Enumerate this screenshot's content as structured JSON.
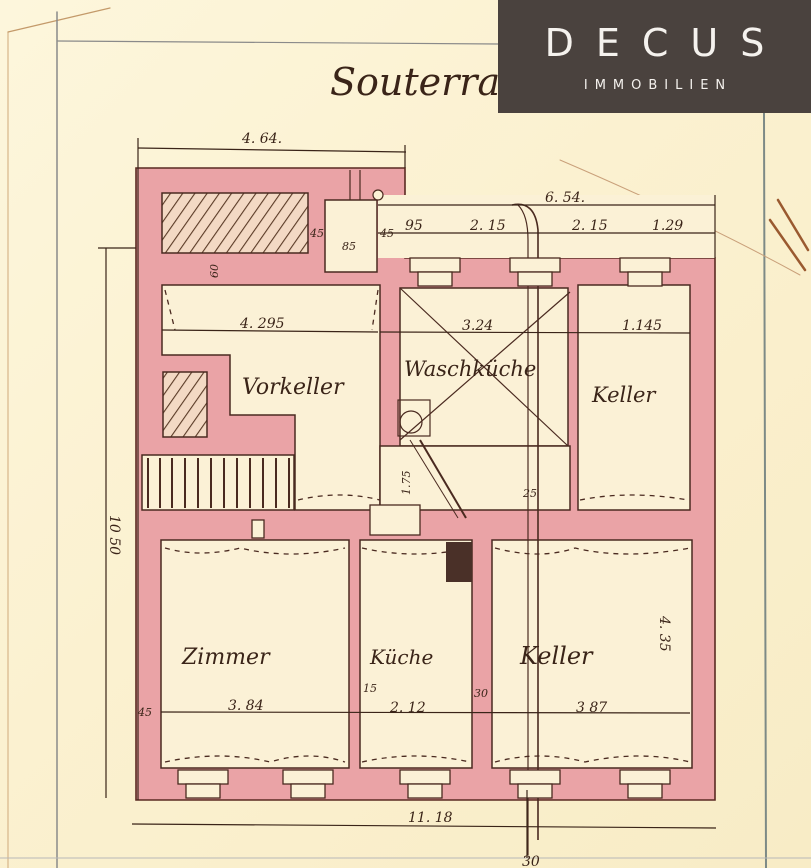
{
  "logo": {
    "brand": "DECUS",
    "tagline": "IMMOBILIEN",
    "background_color": "#4a423e",
    "text_color": "#f5f2ee"
  },
  "plan": {
    "title": "Souterra",
    "wall_color": "#eaa3a6",
    "paper_color": "#fbf3d6",
    "ink_color": "#3a2418",
    "rooms": [
      {
        "id": "vorkeller",
        "label": "Vorkeller",
        "width_dim": "4. 295"
      },
      {
        "id": "waschkuche",
        "label": "Waschküche",
        "width_dim": "3.24"
      },
      {
        "id": "keller-upper",
        "label": "Keller",
        "width_dim": "1.145"
      },
      {
        "id": "zimmer",
        "label": "Zimmer",
        "width_dim": "3. 84"
      },
      {
        "id": "kuche",
        "label": "Küche",
        "width_dim": "2. 12"
      },
      {
        "id": "keller-lower",
        "label": "Keller",
        "width_dim": "3 87",
        "height_dim": "4. 35"
      }
    ],
    "dimensions": {
      "top_left_width": "4. 64.",
      "top_right_width": "6. 54.",
      "segment_95": "95",
      "segment_215_a": "2. 15",
      "segment_215_b": "2. 15",
      "segment_129": "1.29",
      "total_height": "10 50",
      "total_width": "11. 18",
      "bottom_offset": "30",
      "wall_45": "45",
      "wall_15": "15",
      "wall_30": "30",
      "chimney_85": "85",
      "wall_60": "60",
      "stair_175": "1.75",
      "corridor_25": "25"
    }
  }
}
